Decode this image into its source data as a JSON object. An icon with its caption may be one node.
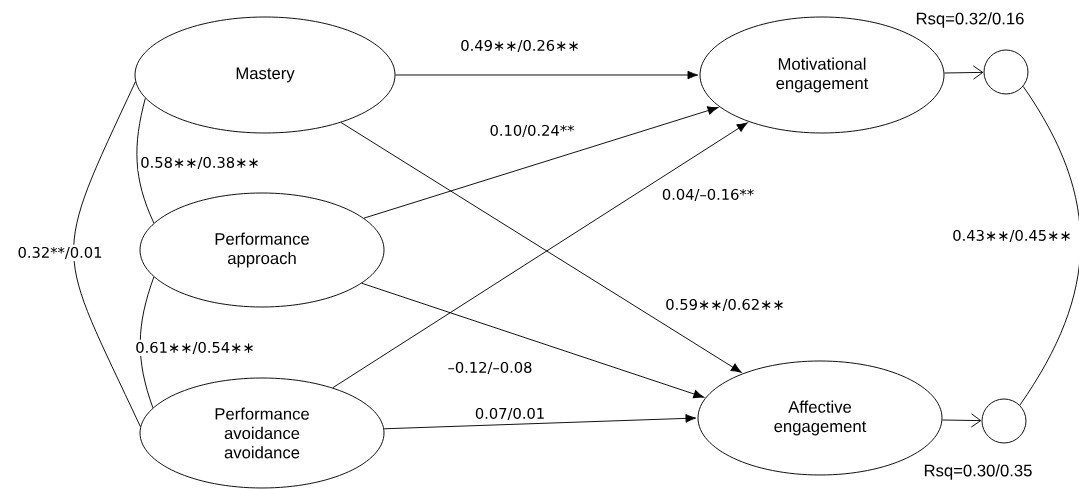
{
  "diagram": {
    "nodes": [
      {
        "text": [
          "Mastery"
        ]
      },
      {
        "text": [
          "Performance approach"
        ]
      },
      {
        "text": [
          "Performance avoidance avoidance"
        ]
      },
      {
        "text": [
          "Motivational engagement"
        ]
      },
      {
        "text": [
          "Affective engagement"
        ]
      },
      {
        "text": [],
        "shape": "circle"
      },
      {
        "text": [],
        "shape": "circle"
      }
    ],
    "labels": [
      "Rsq=0.32/0.16",
      "Rsq=0.30/0.35"
    ],
    "edges": [
      {
        "from": 0,
        "to": 3,
        "arrow": "to",
        "label": "0.49∗∗/0.26∗∗"
      },
      {
        "from": 0,
        "to": 4,
        "arrow": "to",
        "label": "0.59∗∗/0.62∗∗"
      },
      {
        "from": 1,
        "to": 3,
        "arrow": "to",
        "label": "0.10/0.24**"
      },
      {
        "from": 1,
        "to": 4,
        "arrow": "to",
        "label": "–0.12/–0.08"
      },
      {
        "from": 2,
        "to": 3,
        "arrow": "to",
        "label": "0.04/–0.16**"
      },
      {
        "from": 2,
        "to": 4,
        "arrow": "to",
        "label": "0.07/0.01"
      },
      {
        "from": 0,
        "to": 1,
        "arrow": "none",
        "label": "0.58∗∗/0.38∗∗"
      },
      {
        "from": 1,
        "to": 2,
        "arrow": "none",
        "label": "0.61∗∗/0.54∗∗"
      },
      {
        "from": 0,
        "to": 2,
        "arrow": "none",
        "label": "0.32**/0.01"
      },
      {
        "from": 3,
        "to": 5,
        "arrow": "to"
      },
      {
        "from": 4,
        "to": 6,
        "arrow": "to"
      },
      {
        "from": 5,
        "to": 6,
        "arrow": "none",
        "label": "0.43∗∗/0.45∗∗"
      }
    ]
  }
}
